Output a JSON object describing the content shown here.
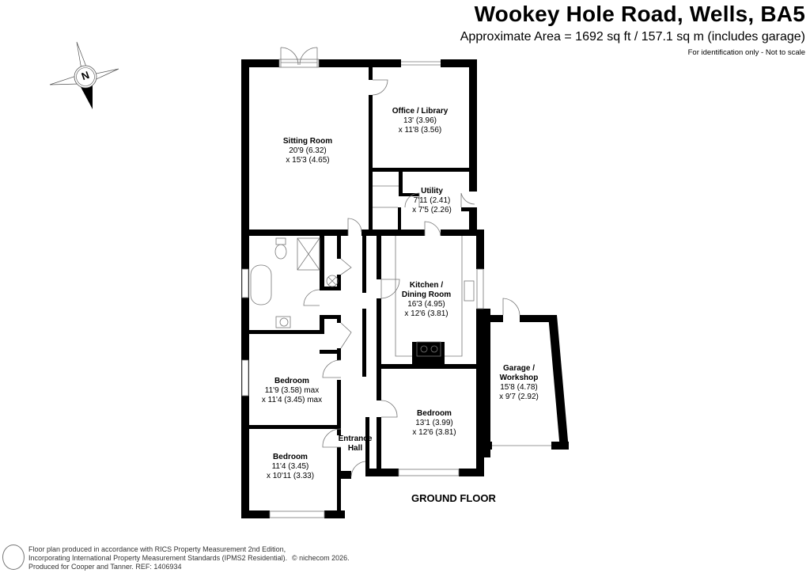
{
  "header": {
    "title": "Wookey Hole Road, Wells, BA5",
    "area": "Approximate Area = 1692 sq ft / 157.1 sq m (includes garage)",
    "note": "For identification only - Not to scale"
  },
  "compass": {
    "icon": "north-compass-icon",
    "label": "N"
  },
  "floor_label": "GROUND FLOOR",
  "rooms": [
    {
      "id": "sitting-room",
      "name": "Sitting Room",
      "dim1": "20'9 (6.32)",
      "dim2": "x 15'3 (4.65)"
    },
    {
      "id": "office-library",
      "name": "Office / Library",
      "dim1": "13' (3.96)",
      "dim2": "x 11'8 (3.56)"
    },
    {
      "id": "utility",
      "name": "Utility",
      "dim1": "7'11 (2.41)",
      "dim2": "x 7'5 (2.26)"
    },
    {
      "id": "kitchen-dining",
      "name": "Kitchen /",
      "name2": "Dining Room",
      "dim1": "16'3 (4.95)",
      "dim2": "x 12'6 (3.81)"
    },
    {
      "id": "garage-workshop",
      "name": "Garage /",
      "name2": "Workshop",
      "dim1": "15'8 (4.78)",
      "dim2": "x 9'7 (2.92)"
    },
    {
      "id": "bedroom-1",
      "name": "Bedroom",
      "dim1": "11'9 (3.58) max",
      "dim2": "x 11'4 (3.45) max"
    },
    {
      "id": "bedroom-2",
      "name": "Bedroom",
      "dim1": "11'4 (3.45)",
      "dim2": "x 10'11 (3.33)"
    },
    {
      "id": "bedroom-3",
      "name": "Bedroom",
      "dim1": "13'1 (3.99)",
      "dim2": "x 12'6 (3.81)"
    },
    {
      "id": "entrance-hall",
      "name": "Entrance",
      "name2": "Hall"
    }
  ],
  "footer": {
    "line1": "Floor plan produced in accordance with RICS Property Measurement 2nd Edition,",
    "line2": "Incorporating International Property Measurement Standards (IPMS2 Residential).",
    "line3": "Produced for Cooper and Tanner.   REF:  1406934",
    "copyright": "© nichecom 2026."
  }
}
